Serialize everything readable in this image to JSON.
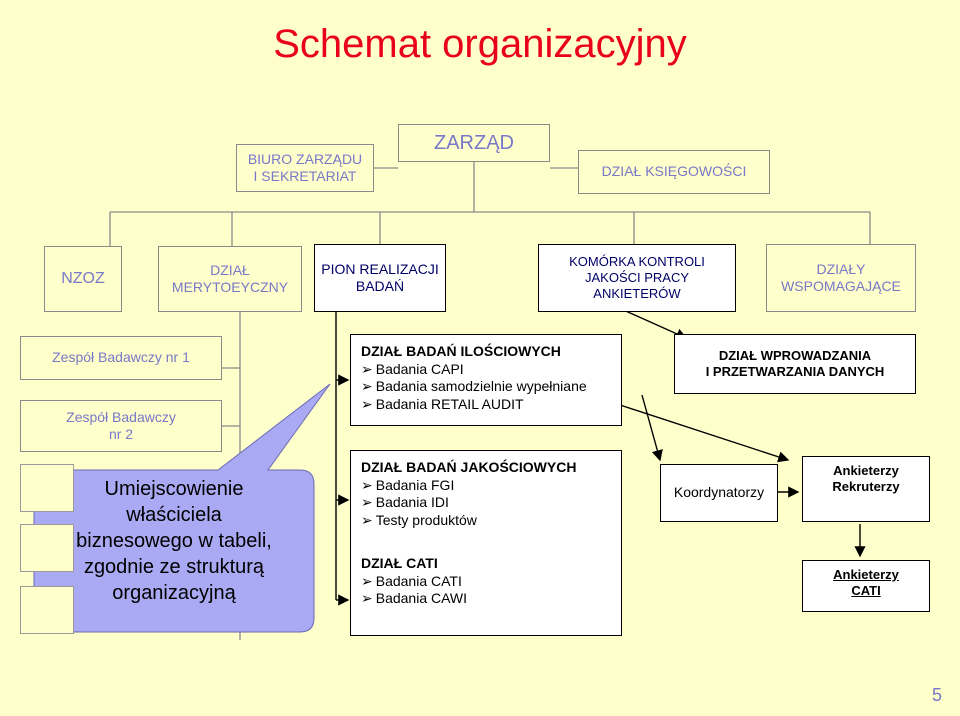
{
  "title": "Schemat organizacyjny",
  "page_number": "5",
  "top": {
    "zarzad": "ZARZĄD",
    "biuro": [
      "BIURO ZARZĄDU",
      "I SEKRETARIAT"
    ],
    "ksiegowosc": "DZIAŁ KSIĘGOWOŚCI"
  },
  "row2": {
    "nzoz": "NZOZ",
    "merytoeyczny": [
      "DZIAŁ",
      "MERYTOEYCZNY"
    ],
    "pion": [
      "PION REALIZACJI",
      "BADAŃ"
    ],
    "kontrola": [
      "KOMÓRKA KONTROLI",
      "JAKOŚCI PRACY",
      "ANKIETERÓW"
    ],
    "wspomagajace": [
      "DZIAŁY",
      "WSPOMAGAJĄCE"
    ]
  },
  "left": {
    "zespol1": "Zespół Badawczy nr 1",
    "zespol2": [
      "Zespół Badawczy",
      "nr 2"
    ]
  },
  "callout": [
    "Umiejscowienie",
    "właściciela",
    "biznesowego w tabeli,",
    "zgodnie ze strukturą",
    "organizacyjną"
  ],
  "ilosciowe": {
    "header": "DZIAŁ BADAŃ ILOŚCIOWYCH",
    "items": [
      "Badania CAPI",
      "Badania samodzielnie wypełniane",
      "Badania RETAIL AUDIT"
    ]
  },
  "wprowadzania": [
    "DZIAŁ WPROWADZANIA",
    "I PRZETWARZANIA DANYCH"
  ],
  "jakosciowe": {
    "header": "DZIAŁ BADAŃ JAKOŚCIOWYCH",
    "items": [
      "Badania FGI",
      "Badania IDI",
      "Testy produktów"
    ],
    "cati_header": "DZIAŁ CATI",
    "cati_items": [
      "Badania CATI",
      "Badania CAWI"
    ]
  },
  "koordynatorzy": "Koordynatorzy",
  "ankieterzy_rekruterzy": [
    "Ankieterzy",
    "Rekruterzy"
  ],
  "ankieterzy_cati": [
    "Ankieterzy",
    "CATI"
  ],
  "colors": {
    "title": "#e8001c",
    "lavender_text": "#7878c8",
    "callout_fill": "#aaaaf4",
    "background": "#ffffcc"
  }
}
